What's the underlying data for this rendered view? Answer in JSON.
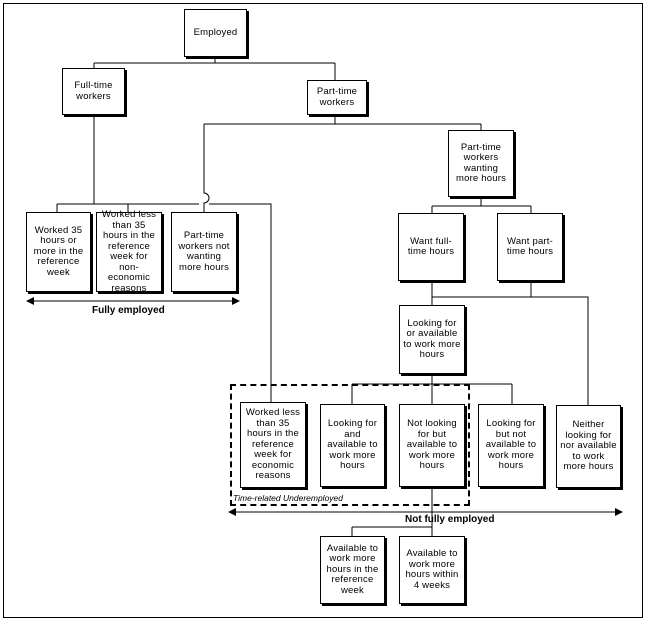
{
  "diagram": {
    "nodes": {
      "employed": "Employed",
      "full_time": "Full-time workers",
      "part_time": "Part-time workers",
      "pt_wanting_more": "Part-time workers wanting more hours",
      "worked_35": "Worked 35 hours or more in the reference week",
      "worked_less_non_econ": "Worked less than 35 hours in the reference week for non-economic reasons",
      "pt_not_wanting": "Part-time workers not wanting more hours",
      "want_full_time": "Want full-time hours",
      "want_part_time": "Want part-time hours",
      "looking_or_available": "Looking for or available to work more hours",
      "worked_less_econ": "Worked less than 35 hours in the reference week for economic reasons",
      "looking_and_available": "Looking for and available to work more hours",
      "not_looking_but_available": "Not looking for but available to work more hours",
      "looking_but_not_available": "Looking for but not available to work more hours",
      "neither": "Neither looking for nor available to work more hours",
      "available_ref_week": "Available to work more hours in the reference week",
      "available_4_weeks": "Available to work more hours within 4 weeks"
    },
    "labels": {
      "fully_employed": "Fully employed",
      "not_fully_employed": "Not fully employed",
      "time_related": "Time-related Underemployed"
    }
  }
}
